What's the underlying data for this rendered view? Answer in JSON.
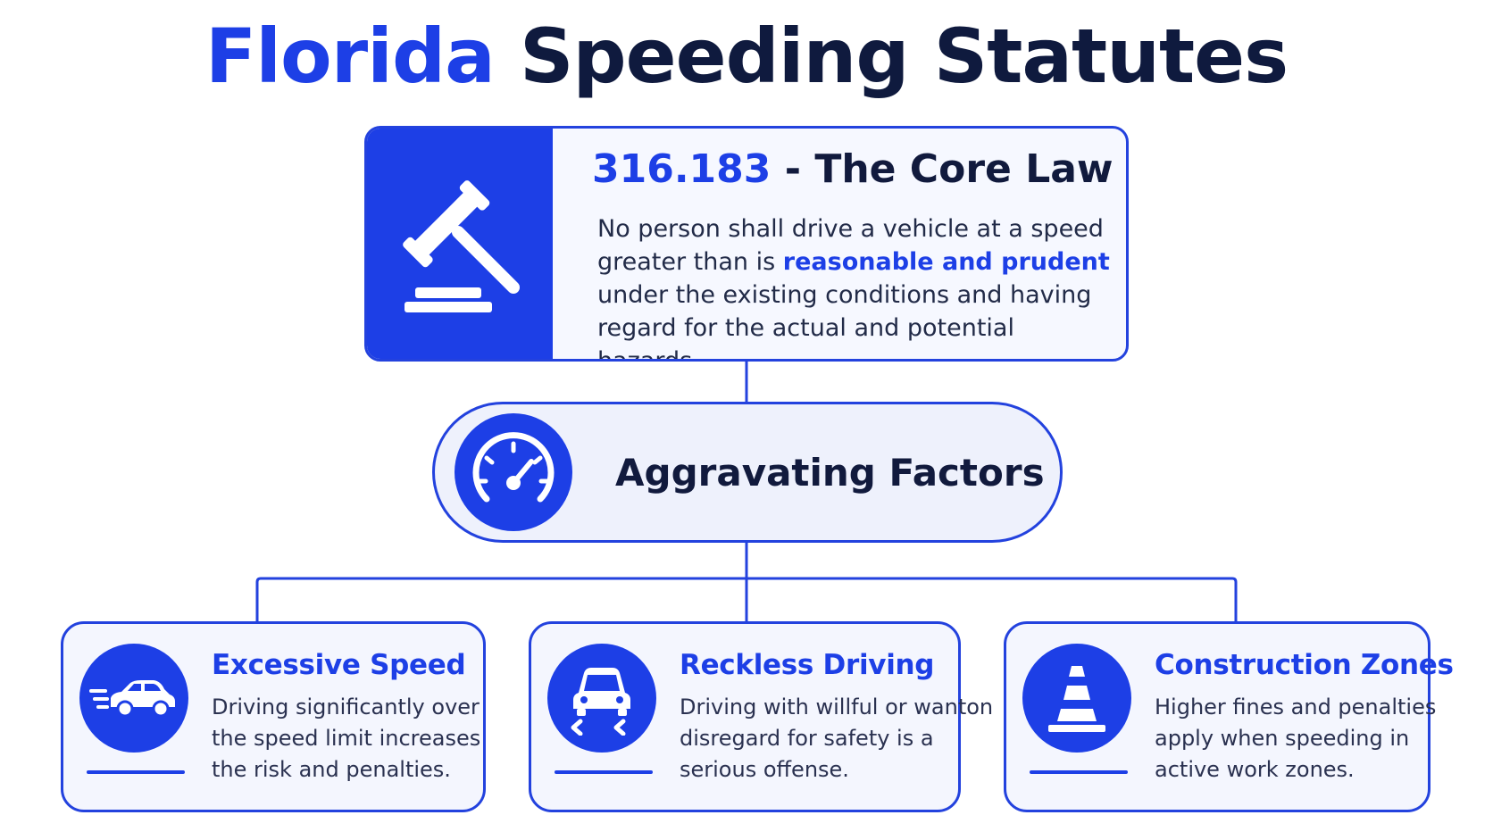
{
  "title": {
    "part1": "Florida",
    "part2": "Speeding Statutes"
  },
  "core_law": {
    "number": "316.183",
    "separator": " - ",
    "heading": "The Core Law",
    "text_before": "No person shall drive a vehicle at a speed greater than is ",
    "highlight": "reasonable and prudent",
    "text_after": " under the existing conditions and having regard for the actual and potential hazards.",
    "icon": "gavel-icon"
  },
  "aggravating": {
    "label": "Aggravating Factors",
    "icon": "speedometer-icon"
  },
  "factors": [
    {
      "title": "Excessive Speed",
      "lines": [
        "Driving significantly over",
        "the speed limit increases",
        "the risk and penalties."
      ],
      "icon": "speeding-car-icon"
    },
    {
      "title": "Reckless Driving",
      "lines": [
        "Driving with willful or wanton",
        "disregard for safety is  a",
        "serious offense."
      ],
      "icon": "skidding-car-icon"
    },
    {
      "title": "Construction Zones",
      "lines": [
        "Higher fines and penalties",
        "apply when speeding in",
        "active work zones."
      ],
      "icon": "traffic-cone-icon"
    }
  ],
  "colors": {
    "accent": "#1d3fe6",
    "heading": "#111a3d",
    "card_bg": "#f4f6fe"
  }
}
